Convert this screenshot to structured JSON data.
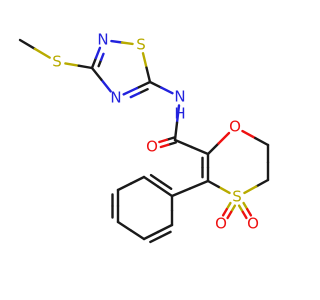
{
  "molecule": {
    "atoms": [
      {
        "id": "C_me",
        "label": ""
      },
      {
        "id": "S1",
        "label": "S",
        "color": "#b8ab00"
      },
      {
        "id": "C3",
        "label": ""
      },
      {
        "id": "N2",
        "label": "N",
        "color": "#2222dd"
      },
      {
        "id": "S_ring",
        "label": "S",
        "color": "#b8ab00"
      },
      {
        "id": "C5",
        "label": ""
      },
      {
        "id": "N4",
        "label": "N",
        "color": "#2222dd"
      },
      {
        "id": "NH",
        "label": "N",
        "sub": "H",
        "color": "#2222dd"
      },
      {
        "id": "C_amide",
        "label": ""
      },
      {
        "id": "O_amide",
        "label": "O",
        "color": "#ee1111"
      },
      {
        "id": "C2",
        "label": ""
      },
      {
        "id": "O1",
        "label": "O",
        "color": "#ee1111"
      },
      {
        "id": "C6",
        "label": ""
      },
      {
        "id": "C5r",
        "label": ""
      },
      {
        "id": "S4",
        "label": "S",
        "color": "#b8ab00"
      },
      {
        "id": "C3r",
        "label": ""
      },
      {
        "id": "O_s1",
        "label": "O",
        "color": "#ee1111"
      },
      {
        "id": "O_s2",
        "label": "O",
        "color": "#ee1111"
      },
      {
        "id": "Ph1",
        "label": ""
      },
      {
        "id": "Ph2",
        "label": ""
      },
      {
        "id": "Ph3",
        "label": ""
      },
      {
        "id": "Ph4",
        "label": ""
      },
      {
        "id": "Ph5",
        "label": ""
      },
      {
        "id": "Ph6",
        "label": ""
      }
    ],
    "bonds": [
      {
        "a": "C_me",
        "b": "S1",
        "order": 1
      },
      {
        "a": "S1",
        "b": "C3",
        "order": 1
      },
      {
        "a": "C3",
        "b": "N2",
        "order": 2
      },
      {
        "a": "N2",
        "b": "S_ring",
        "order": 1
      },
      {
        "a": "S_ring",
        "b": "C5",
        "order": 1
      },
      {
        "a": "C5",
        "b": "N4",
        "order": 2
      },
      {
        "a": "N4",
        "b": "C3",
        "order": 1
      },
      {
        "a": "C5",
        "b": "NH",
        "order": 1
      },
      {
        "a": "NH",
        "b": "C_amide",
        "order": 1
      },
      {
        "a": "C_amide",
        "b": "O_amide",
        "order": 2
      },
      {
        "a": "C_amide",
        "b": "C2",
        "order": 1
      },
      {
        "a": "C2",
        "b": "O1",
        "order": 1
      },
      {
        "a": "O1",
        "b": "C6",
        "order": 1
      },
      {
        "a": "C6",
        "b": "C5r",
        "order": 1
      },
      {
        "a": "C5r",
        "b": "S4",
        "order": 1
      },
      {
        "a": "S4",
        "b": "C3r",
        "order": 1
      },
      {
        "a": "C3r",
        "b": "C2",
        "order": 2
      },
      {
        "a": "S4",
        "b": "O_s1",
        "order": 2
      },
      {
        "a": "S4",
        "b": "O_s2",
        "order": 2
      },
      {
        "a": "C3r",
        "b": "Ph1",
        "order": 1
      },
      {
        "a": "Ph1",
        "b": "Ph2",
        "order": 2
      },
      {
        "a": "Ph2",
        "b": "Ph3",
        "order": 1
      },
      {
        "a": "Ph3",
        "b": "Ph4",
        "order": 2
      },
      {
        "a": "Ph4",
        "b": "Ph5",
        "order": 1
      },
      {
        "a": "Ph5",
        "b": "Ph6",
        "order": 2
      },
      {
        "a": "Ph6",
        "b": "Ph1",
        "order": 1
      }
    ]
  }
}
